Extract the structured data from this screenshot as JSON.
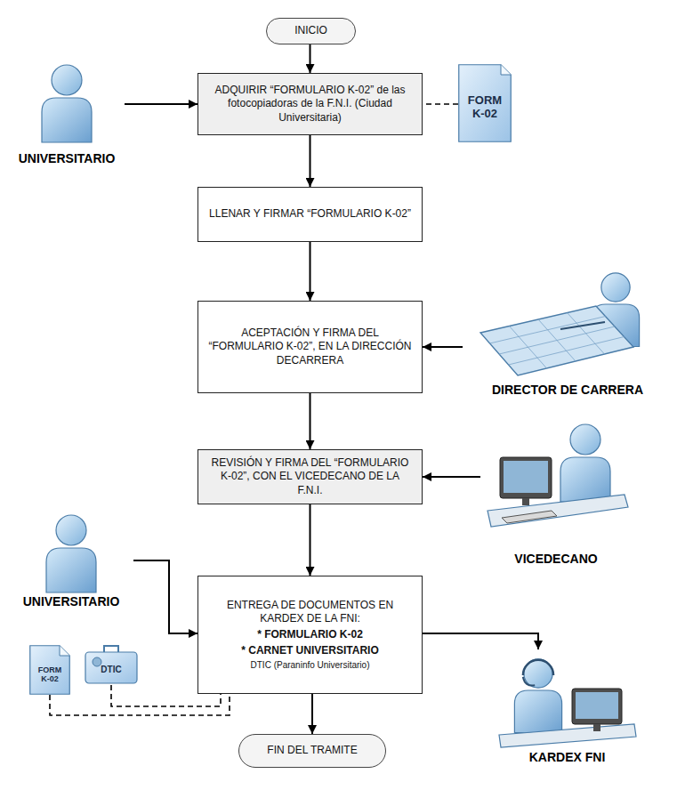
{
  "diagram": {
    "nodes": [
      {
        "text": [
          "INICIO"
        ]
      },
      {
        "text": [
          "UNIVERSITARIO"
        ]
      },
      {
        "text": [
          "ADQUIRIR “FORMULARIO K-02” de las fotocopiadoras de la F.N.I. (Ciudad Universitaria)"
        ]
      },
      {
        "text": [
          "FORM K-02"
        ]
      },
      {
        "text": [
          "LLENAR Y FIRMAR “FORMULARIO K-02”"
        ]
      },
      {
        "text": [
          "ACEPTACIÓN Y FIRMA DEL “FORMULARIO K-02”, EN LA DIRECCIÓN DECARRERA"
        ]
      },
      {
        "text": [
          "DIRECTOR DE CARRERA"
        ]
      },
      {
        "text": [
          "REVISIÓN Y FIRMA DEL “FORMULARIO K-02”, CON EL VICEDECANO DE LA F.N.I."
        ]
      },
      {
        "text": [
          "VICEDECANO"
        ]
      },
      {
        "text": [
          "UNIVERSITARIO"
        ]
      },
      {
        "text": [
          "ENTREGA DE DOCUMENTOS EN KARDEX DE LA FNI:",
          "* FORMULARIO K-02",
          "* CARNET UNIVERSITARIO",
          "DTIC (Paraninfo Universitario)"
        ]
      },
      {
        "text": [
          "FORM K-02"
        ]
      },
      {
        "text": [
          "DTIC"
        ]
      },
      {
        "text": [
          "KARDEX FNI"
        ]
      },
      {
        "text": [
          "FIN DEL TRAMITE"
        ]
      }
    ],
    "edges": [
      {
        "from": 0,
        "to": 2,
        "arrow": "to"
      },
      {
        "from": 1,
        "to": 2,
        "arrow": "to"
      },
      {
        "from": 3,
        "to": 2,
        "arrow": "none"
      },
      {
        "from": 2,
        "to": 4,
        "arrow": "to"
      },
      {
        "from": 4,
        "to": 5,
        "arrow": "to"
      },
      {
        "from": 6,
        "to": 5,
        "arrow": "to"
      },
      {
        "from": 5,
        "to": 7,
        "arrow": "to"
      },
      {
        "from": 8,
        "to": 7,
        "arrow": "to"
      },
      {
        "from": 7,
        "to": 10,
        "arrow": "to"
      },
      {
        "from": 9,
        "to": 10,
        "arrow": "to"
      },
      {
        "from": 10,
        "to": 13,
        "arrow": "to"
      },
      {
        "from": 11,
        "to": 10,
        "arrow": "none"
      },
      {
        "from": 12,
        "to": 10,
        "arrow": "none"
      },
      {
        "from": 10,
        "to": 14,
        "arrow": "to"
      }
    ]
  }
}
